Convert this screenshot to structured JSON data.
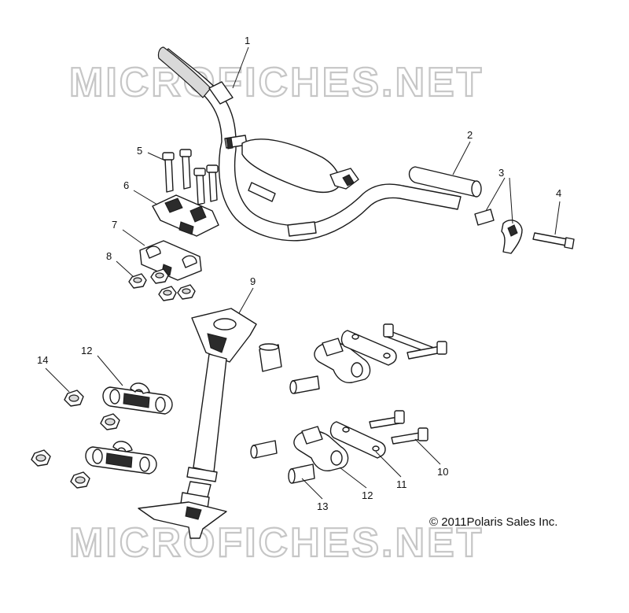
{
  "watermarks": [
    "MICROFICHES.NET",
    "MICROFICHES.NET"
  ],
  "copyright": "© 2011Polaris Sales Inc.",
  "callouts": [
    "1",
    "2",
    "3",
    "4",
    "5",
    "6",
    "7",
    "8",
    "9",
    "10",
    "11",
    "12",
    "12",
    "13",
    "14"
  ]
}
